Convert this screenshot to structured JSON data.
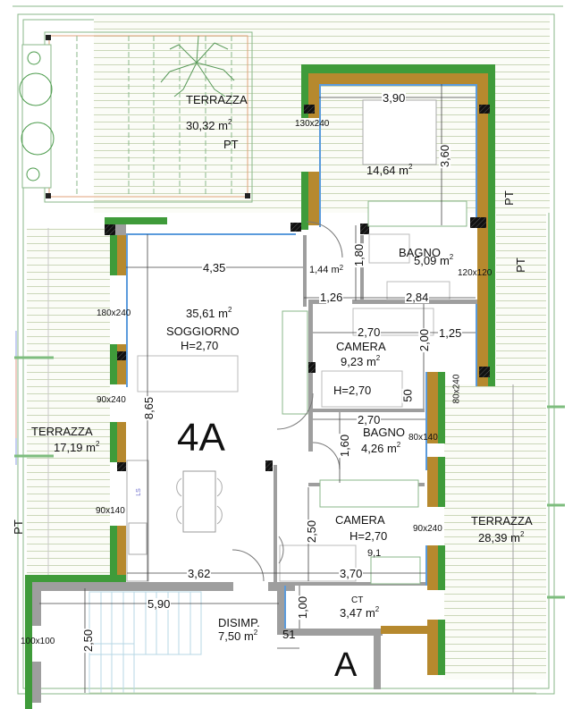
{
  "plan": {
    "unit_label": "4A",
    "stair_label": "A",
    "colors": {
      "wall_green": "#3f9b3a",
      "wall_ochre": "#b6892e",
      "wall_gray": "#9e9e9e",
      "glazing_blue": "#5b9bdc",
      "deck_line": "#c9d6b8",
      "frame_line": "#8ab78a",
      "pillar": "#1a1a1a"
    },
    "rooms": [
      {
        "id": "terrazza-top",
        "name": "TERRAZZA",
        "area": "30,32",
        "unit": "m",
        "note": "PT"
      },
      {
        "id": "camera-master",
        "name": "",
        "area": "14,64",
        "unit": "m"
      },
      {
        "id": "bagno-1",
        "name": "BAGNO",
        "area": "5,09",
        "unit": "m"
      },
      {
        "id": "antibagno",
        "name": "",
        "area": "1,44",
        "unit": "m"
      },
      {
        "id": "soggiorno",
        "name": "SOGGIORNO",
        "area": "35,61",
        "unit": "m",
        "height": "H=2,70"
      },
      {
        "id": "camera-2",
        "name": "CAMERA",
        "area": "9,23",
        "unit": "m",
        "height": "H=2,70"
      },
      {
        "id": "bagno-2",
        "name": "BAGNO",
        "area": "4,26",
        "unit": "m"
      },
      {
        "id": "camera-3",
        "name": "CAMERA",
        "area": "9,1",
        "unit": "m",
        "height": "H=2,70"
      },
      {
        "id": "terrazza-left",
        "name": "TERRAZZA",
        "area": "17,19",
        "unit": "m"
      },
      {
        "id": "terrazza-right",
        "name": "TERRAZZA",
        "area": "28,39",
        "unit": "m"
      },
      {
        "id": "ct",
        "name": "CT",
        "area": "3,47",
        "unit": "m"
      },
      {
        "id": "disimpegno",
        "name": "DISIMP.",
        "area": "7,50",
        "unit": "m"
      }
    ],
    "windows": [
      "130x240",
      "120x120",
      "180x240",
      "90x240",
      "90x140",
      "80x240",
      "80x140",
      "90x240",
      "100x100"
    ],
    "dimensions": {
      "master_width": "3,90",
      "master_depth": "3,60",
      "soggiorno_width": "4,35",
      "soggiorno_depth": "8,65",
      "bagno1_depth": "1,80",
      "antibagno_width": "1,26",
      "bagno1_width": "2,84",
      "camera2_width": "2,70",
      "camera2_depth": "2,00",
      "camera2_niche": "1,25",
      "camera2_offset": "50",
      "bagno2_width": "2,70",
      "bagno2_depth": "1,60",
      "camera3_depth": "2,50",
      "camera3_width": "3,70",
      "kitchen_width": "3,62",
      "disimp_width": "5,90",
      "stair_depth": "2,50",
      "ct_depth": "1,00",
      "wall_51": "51"
    },
    "annotations": {
      "pt": "PT",
      "sq": "2",
      "ls": "LS"
    }
  }
}
